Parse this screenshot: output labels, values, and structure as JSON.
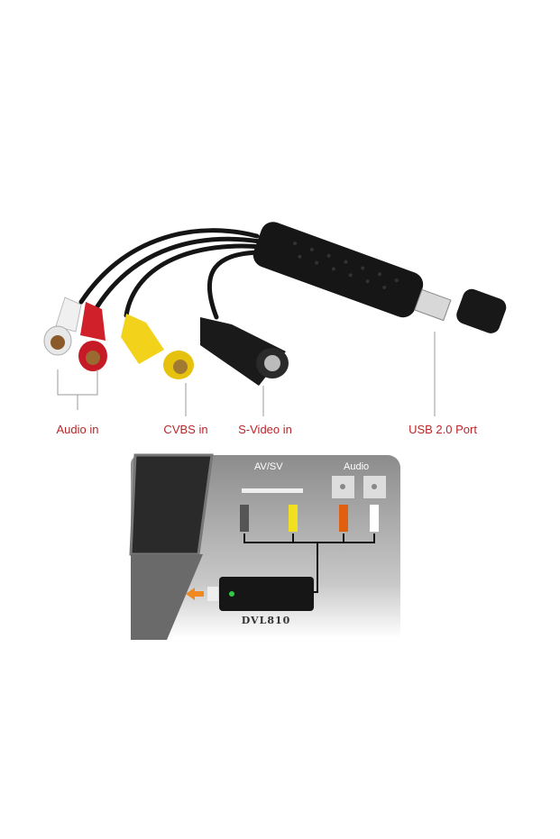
{
  "product_photo": {
    "labels": {
      "audio_in": "Audio in",
      "cvbs_in": "CVBS in",
      "svideo_in": "S-Video in",
      "usb_port": "USB 2.0 Port"
    },
    "colors": {
      "label": "#b8262a",
      "cable": "#111111",
      "red_rca": "#d0202a",
      "yellow_rca": "#f2d21a"
    }
  },
  "diagram": {
    "av_sv_label": "AV/SV",
    "audio_label": "Audio",
    "model_label": "DVL810",
    "colors": {
      "arrow": "#f08a20",
      "led": "#2ecc40"
    }
  }
}
